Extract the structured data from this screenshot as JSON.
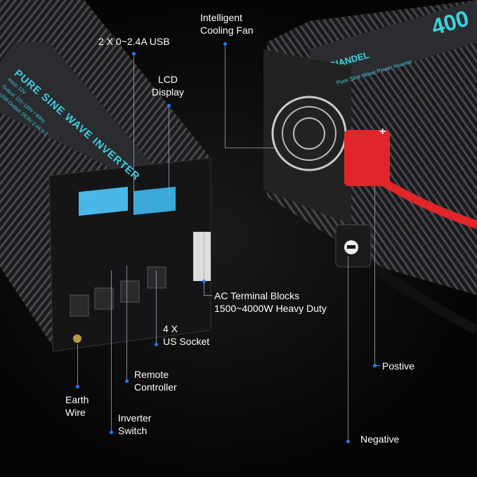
{
  "product": {
    "brand_logo": "GIANDEL",
    "brand_tagline": "Pure Sine Wave Power Inverter",
    "panel_title": "PURE SINE WAVE INVERTER",
    "panel_specs": [
      "Input: 12V",
      "Output: 110~120V / 60Hz",
      "USB Output: DC5V 2.4A X 2"
    ],
    "model_prefix": "400"
  },
  "callouts": {
    "cooling_fan": [
      "Intelligent",
      "Cooling Fan"
    ],
    "usb": "2 X 0~2.4A USB",
    "lcd": [
      "LCD",
      "Display"
    ],
    "ac_terminal": [
      "AC Terminal Blocks",
      "1500~4000W Heavy Duty"
    ],
    "us_socket": [
      "4 X",
      "US Socket"
    ],
    "remote": [
      "Remote",
      "Controller"
    ],
    "earth": [
      "Earth",
      "Wire"
    ],
    "switch": [
      "Inverter",
      "Switch"
    ],
    "positive": "Postive",
    "negative": "Negative"
  },
  "colors": {
    "accent": "#1e7bff",
    "panel_text": "#3fd0e0",
    "terminal_red": "#e0262b"
  }
}
